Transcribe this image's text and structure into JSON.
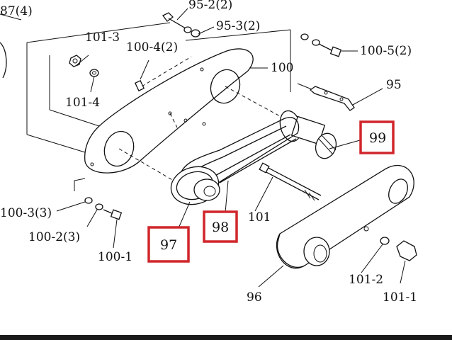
{
  "labels": {
    "l87_4": "87(4)",
    "l95_2": "95-2(2)",
    "l95_3": "95-3(2)",
    "l101_3": "101-3",
    "l100_4": "100-4(2)",
    "l100": "100",
    "l100_5": "100-5(2)",
    "l95": "95",
    "l101_4": "101-4",
    "l99": "99",
    "l100_3": "100-3(3)",
    "l100_2": "100-2(3)",
    "l100_1": "100-1",
    "l101": "101",
    "l97": "97",
    "l98": "98",
    "l101_2": "101-2",
    "l101_1": "101-1",
    "l96": "96"
  },
  "colors": {
    "highlight_box": "#d0262b",
    "ink": "#111111",
    "bottom_bar": "#1a1a1a"
  }
}
